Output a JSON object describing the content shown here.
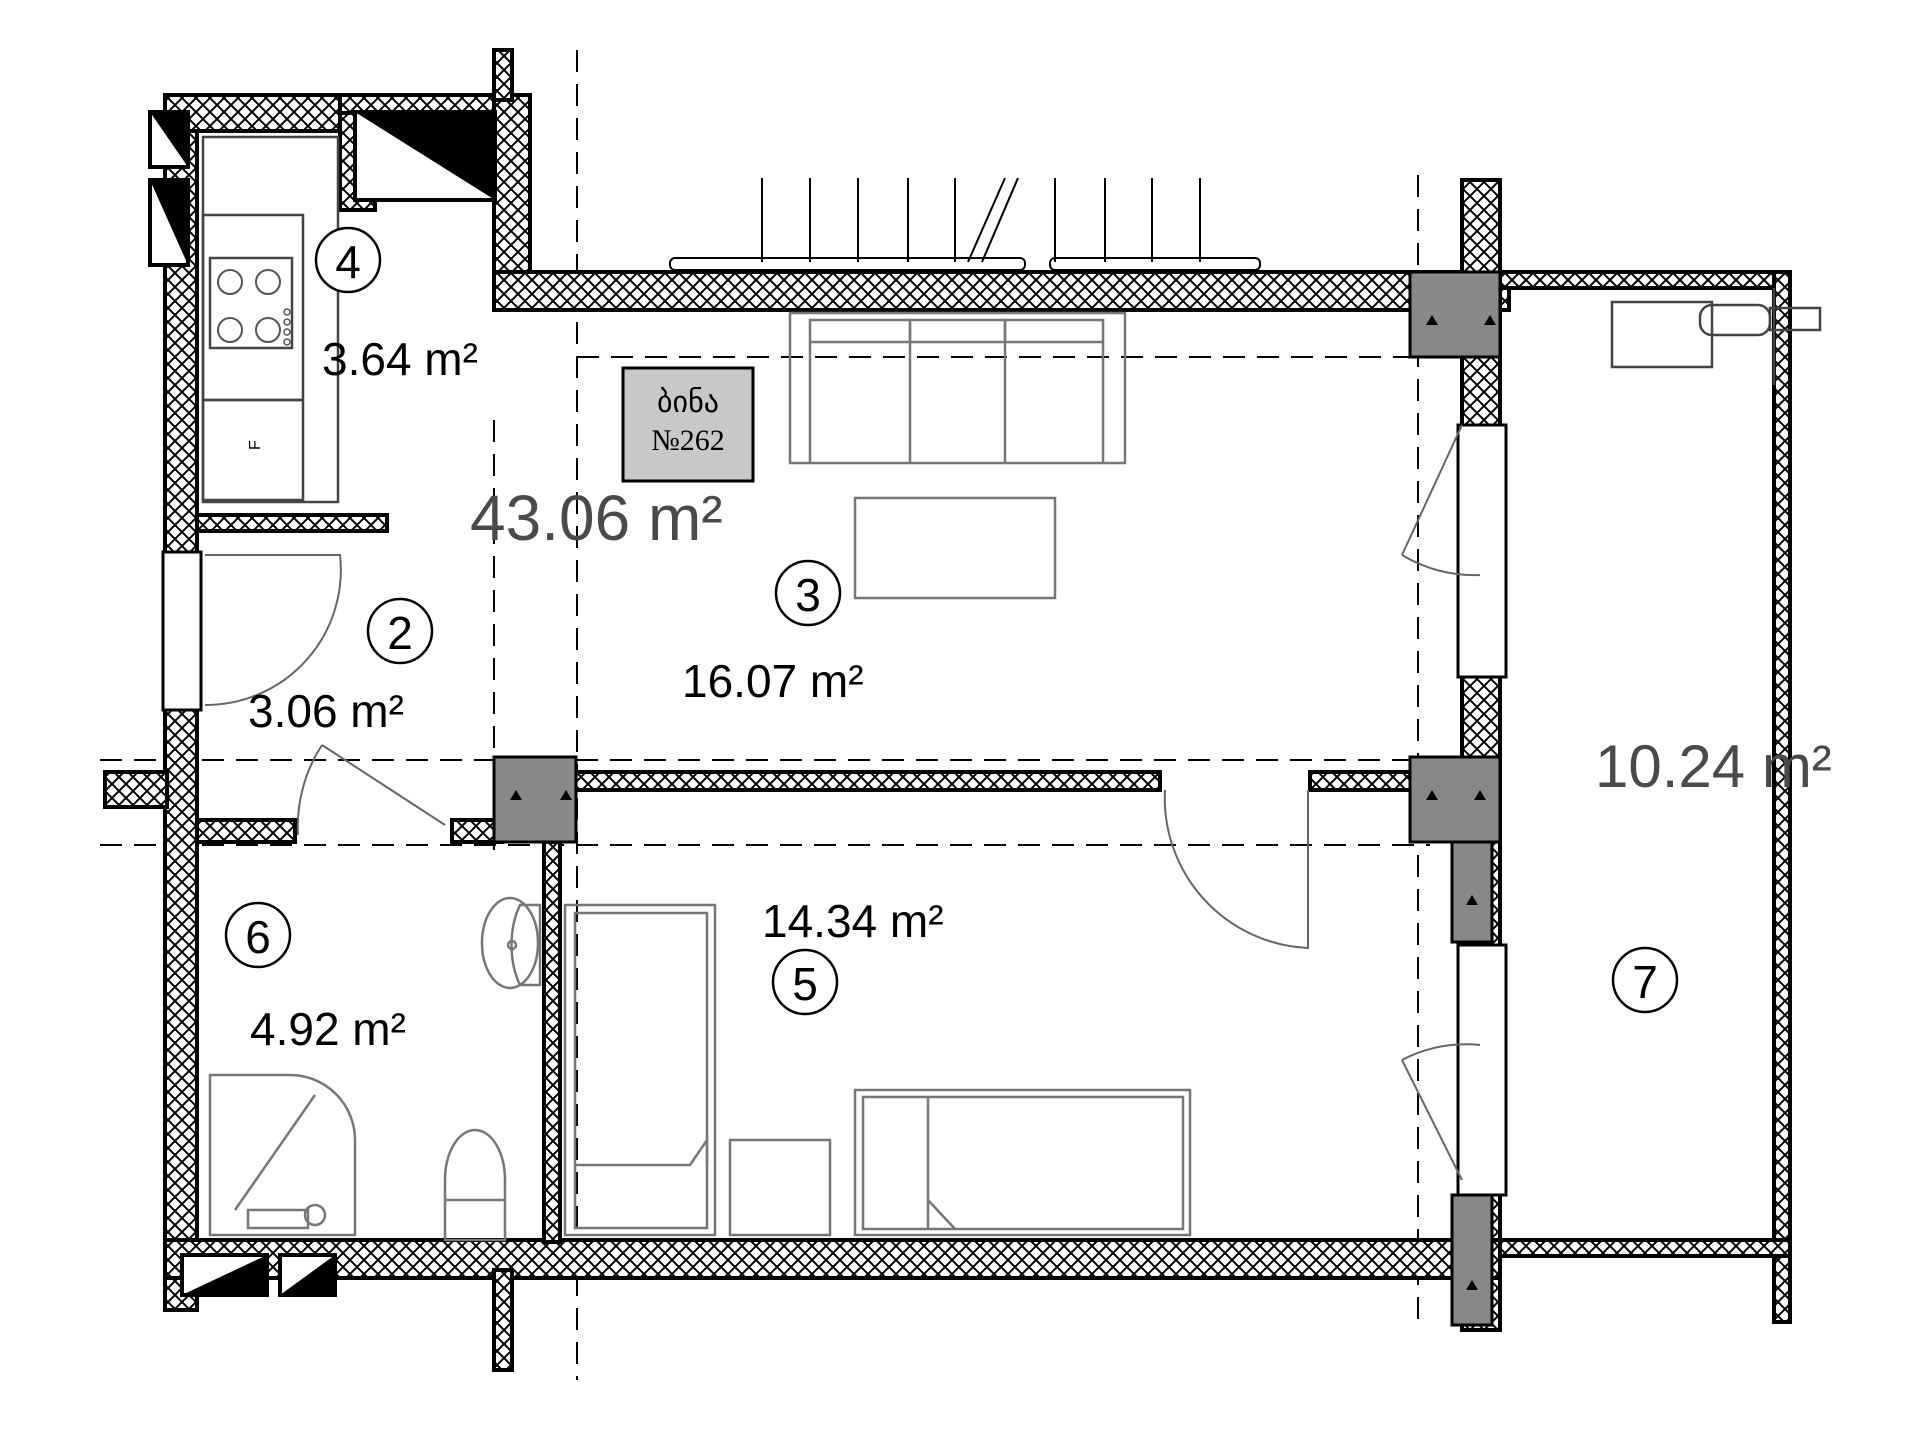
{
  "plan": {
    "total_area": "43.06 m²",
    "tag": {
      "line1": "ბინა",
      "line2": "№262"
    },
    "rooms": [
      {
        "number": "2",
        "area": "3.06 m²"
      },
      {
        "number": "3",
        "area": "16.07 m²"
      },
      {
        "number": "4",
        "area": "3.64 m²"
      },
      {
        "number": "5",
        "area": "14.34 m²"
      },
      {
        "number": "6",
        "area": "4.92 m²"
      },
      {
        "number": "7",
        "area": "10.24 m²"
      }
    ],
    "fridge_label": "F"
  }
}
